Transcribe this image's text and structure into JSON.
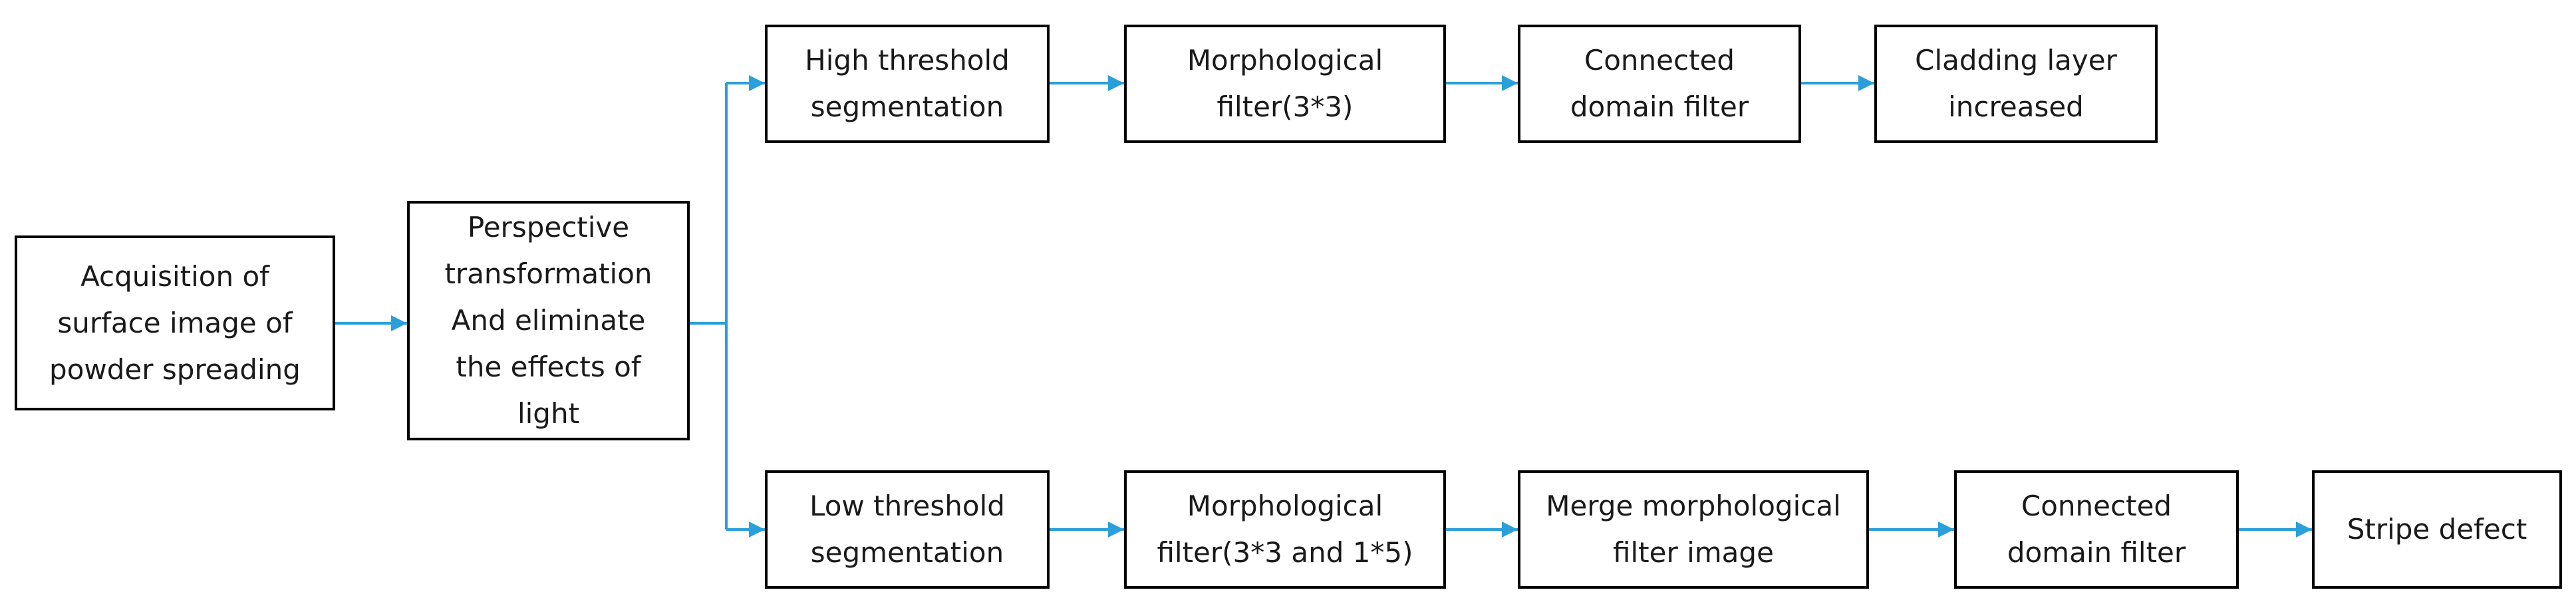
{
  "colors": {
    "connector": "#2B9FD9",
    "box_border": "#000000",
    "text": "#1a1a1a"
  },
  "nodes": {
    "acquisition": "Acquisition of\nsurface image of\npowder spreading",
    "perspective": "Perspective\ntransformation\nAnd eliminate\nthe effects of\nlight",
    "high_threshold": "High threshold\nsegmentation",
    "morph_high": "Morphological\nfilter(3*3)",
    "connected_high": "Connected\ndomain filter",
    "cladding": "Cladding layer\nincreased",
    "low_threshold": "Low threshold\nsegmentation",
    "morph_low": "Morphological\nfilter(3*3 and 1*5)",
    "merge": "Merge morphological\nfilter image",
    "connected_low": "Connected\ndomain filter",
    "stripe": "Stripe defect"
  }
}
